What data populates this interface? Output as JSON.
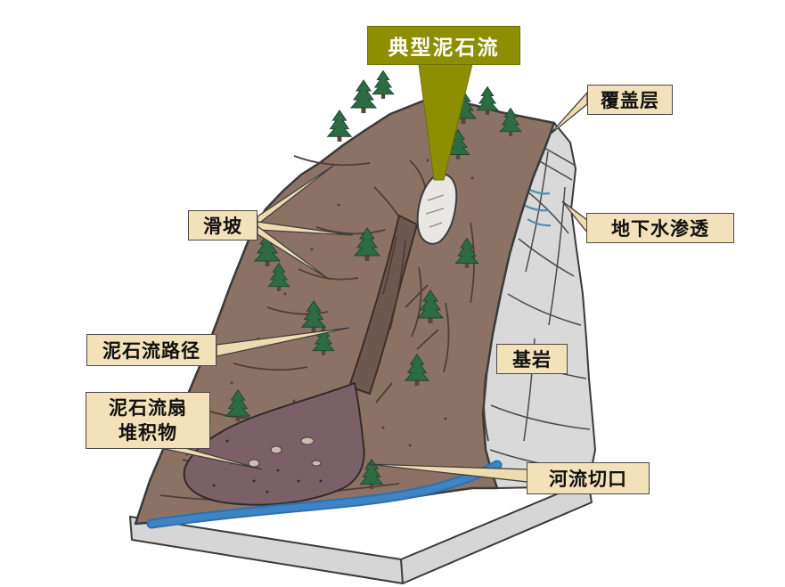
{
  "diagram": {
    "name": "typical-debris-flow-diagram",
    "labels": {
      "typical_debris_flow": "典型泥石流",
      "cover_layer": "覆盖层",
      "groundwater_infiltration": "地下水渗透",
      "landslide": "滑坡",
      "debris_flow_path": "泥石流路径",
      "debris_fan_line1": "泥石流扇",
      "debris_fan_line2": "堆积物",
      "bedrock": "基岩",
      "river_cut": "河流切口"
    },
    "colors": {
      "title_label_bg": "#8d8f00",
      "title_label_text": "#ffffff",
      "label_bg": "#f3e2b9",
      "label_border": "#4a4a4a",
      "label_text": "#111111",
      "slope": "#8c7265",
      "bedrock_face": "#d9d9d9",
      "channel": "#6d5850",
      "debris_fan": "#7b6167",
      "river": "#3c84c4",
      "tree": "#2d6b42",
      "scar": "#e9e7e3"
    }
  }
}
